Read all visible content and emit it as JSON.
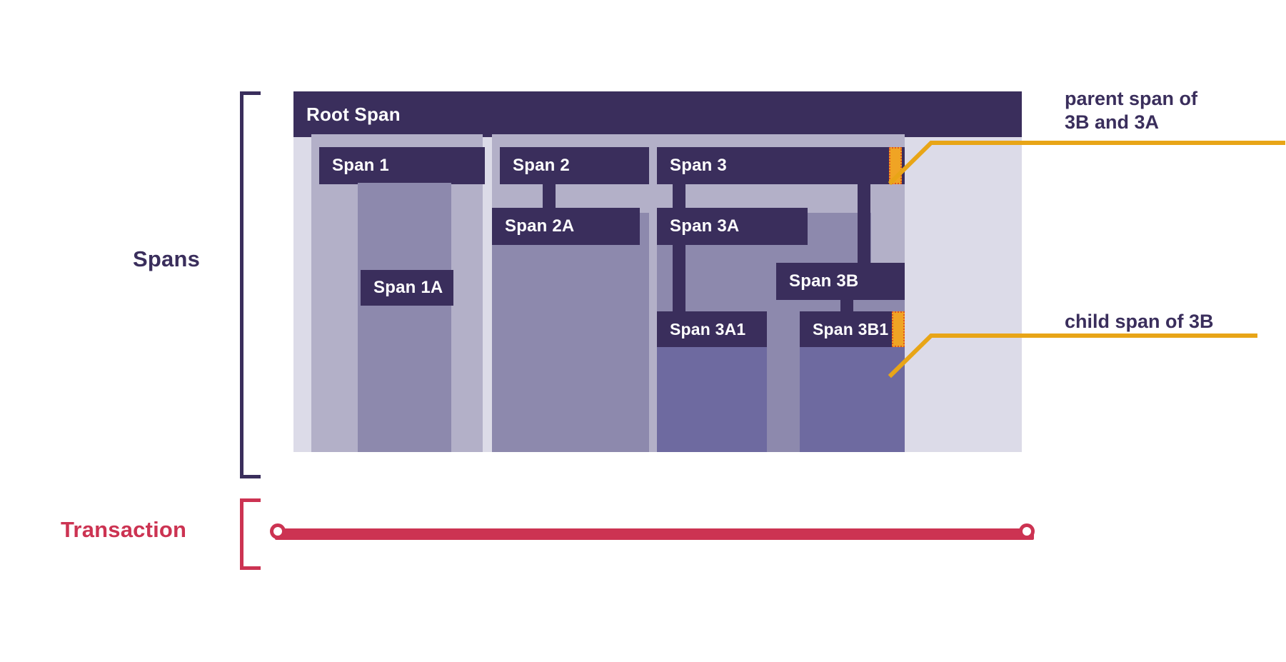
{
  "diagram": {
    "title_hidden": "",
    "colors": {
      "dark_purple": "#3a2e5c",
      "depth0": "#dcdbe8",
      "depth1": "#b3b0c8",
      "depth2": "#8d89ad",
      "depth3": "#6e6aa0",
      "highlight_orange": "#f0a424",
      "highlight_orange_border": "#e0531f",
      "transaction_red": "#cc3352"
    }
  },
  "sections": {
    "spans_label": "Spans",
    "transaction_label": "Transaction"
  },
  "spans": {
    "root": {
      "label": "Root Span"
    },
    "span1": {
      "label": "Span 1"
    },
    "span1a": {
      "label": "Span 1A"
    },
    "span2": {
      "label": "Span 2"
    },
    "span2a": {
      "label": "Span 2A"
    },
    "span3": {
      "label": "Span 3"
    },
    "span3a": {
      "label": "Span 3A"
    },
    "span3a1": {
      "label": "Span 3A1"
    },
    "span3b": {
      "label": "Span 3B"
    },
    "span3b1": {
      "label": "Span 3B1"
    }
  },
  "annotations": {
    "parent": {
      "text": "parent span of\n3B and 3A"
    },
    "child": {
      "text": "child span of 3B"
    }
  }
}
